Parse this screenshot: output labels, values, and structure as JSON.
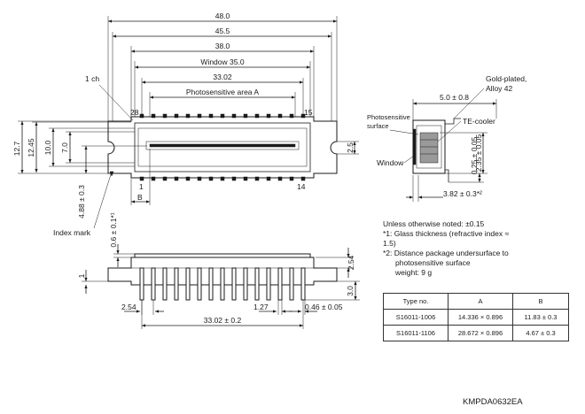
{
  "top_view": {
    "dim_48": "48.0",
    "dim_45_5": "45.5",
    "dim_38": "38.0",
    "dim_window": "Window 35.0",
    "dim_33_02": "33.02",
    "photosensitive_area": "Photosensitive area A",
    "chamfer": "1 ch",
    "pin_28": "28",
    "pin_15": "15",
    "pin_1": "1",
    "pin_14": "14",
    "dim_b": "B",
    "dim_12_7": "12.7",
    "dim_12_45": "12.45",
    "dim_10": "10.0",
    "dim_7": "7.0",
    "dim_2_5": "2.5",
    "dim_4_88": "4.88 ± 0.3",
    "index_mark": "Index mark"
  },
  "side_view": {
    "dim_0_6": "0.6 ± 0.1*¹",
    "dim_1": "1",
    "dim_2_54_left": "2.54",
    "dim_1_27": "1.27",
    "dim_0_46": "0.46 ± 0.05",
    "dim_33_02": "33.02 ± 0.2",
    "dim_2_54_right": "2.54",
    "dim_3": "3.0"
  },
  "section_view": {
    "gold_plated": "Gold-plated,",
    "alloy": "Alloy 42",
    "dim_5": "5.0 ± 0.8",
    "photosensitive_surface_1": "Photosensitive",
    "photosensitive_surface_2": "surface",
    "te_cooler": "TE-cooler",
    "window": "Window",
    "dim_2_35": "2.35 ± 0.05",
    "dim_0_25": "0.25 ± 0.05",
    "dim_3_82": "3.82 ± 0.3*²"
  },
  "notes": {
    "tolerance": "Unless otherwise noted: ±0.15",
    "note1_a": "*1: Glass thickness (refractive index ≈",
    "note1_b": "1.5)",
    "note2_a": "*2: Distance package undersurface to",
    "note2_b": "photosensitive surface",
    "weight": "weight: 9 g"
  },
  "table": {
    "headers": [
      "Type no.",
      "A",
      "B"
    ],
    "rows": [
      [
        "S16011-1006",
        "14.336 × 0.896",
        "11.83 ± 0.3"
      ],
      [
        "S16011-1106",
        "28.672 × 0.896",
        "4.67 ± 0.3"
      ]
    ]
  },
  "figure_code": "KMPDA0632EA"
}
